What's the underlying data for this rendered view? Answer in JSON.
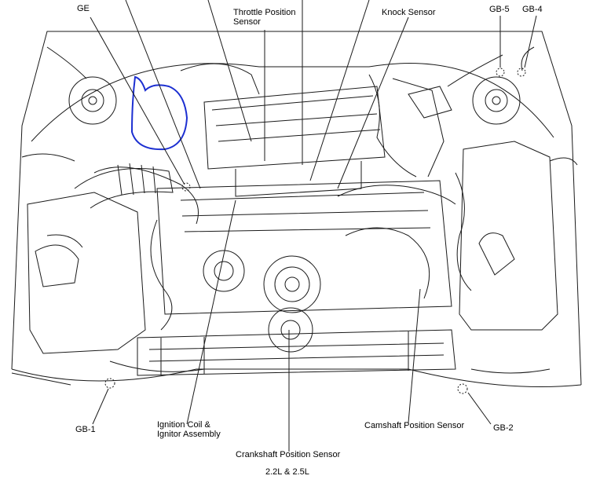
{
  "labels": {
    "ge": "GE",
    "throttle_1": "Throttle Position",
    "throttle_2": "Sensor",
    "knock": "Knock Sensor",
    "gb5": "GB-5",
    "gb4": "GB-4",
    "gb1": "GB-1",
    "gb2": "GB-2",
    "ignition_1": "Ignition Coil &",
    "ignition_2": "Ignitor Assembly",
    "camshaft": "Camshaft Position Sensor",
    "crankshaft": "Crankshaft Position Sensor",
    "engine": "2.2L & 2.5L"
  },
  "colors": {
    "line": "#1a1a1a",
    "highlight": "#1c2fd1"
  }
}
